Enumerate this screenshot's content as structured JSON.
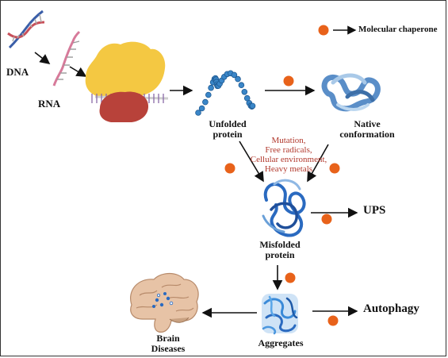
{
  "legend": {
    "label": "Molecular chaperone"
  },
  "labels": {
    "dna": "DNA",
    "rna": "RNA",
    "unfolded_1": "Unfolded",
    "unfolded_2": "protein",
    "native_1": "Native",
    "native_2": "conformation",
    "misfolded_1": "Misfolded",
    "misfolded_2": "protein",
    "ups": "UPS",
    "aggregates": "Aggregates",
    "autophagy": "Autophagy",
    "brain_1": "Brain",
    "brain_2": "Diseases"
  },
  "stressors": [
    "Mutation,",
    "Free radicals,",
    "Cellular environment,",
    "Heavy metals"
  ],
  "colors": {
    "chaperone": "#e8621a",
    "stressor_text": "#b23a2e",
    "dna_blue": "#3a5ea8",
    "dna_red": "#c8505a",
    "rna_pink": "#d77a9a",
    "ribosome_large": "#f4c842",
    "ribosome_small": "#b8423a",
    "protein_bead": "#3a86c8",
    "native_blue": "#5a8ec8",
    "misfolded_blue": "#2a6ac0",
    "aggregate_blue": "#3a8ad8"
  }
}
